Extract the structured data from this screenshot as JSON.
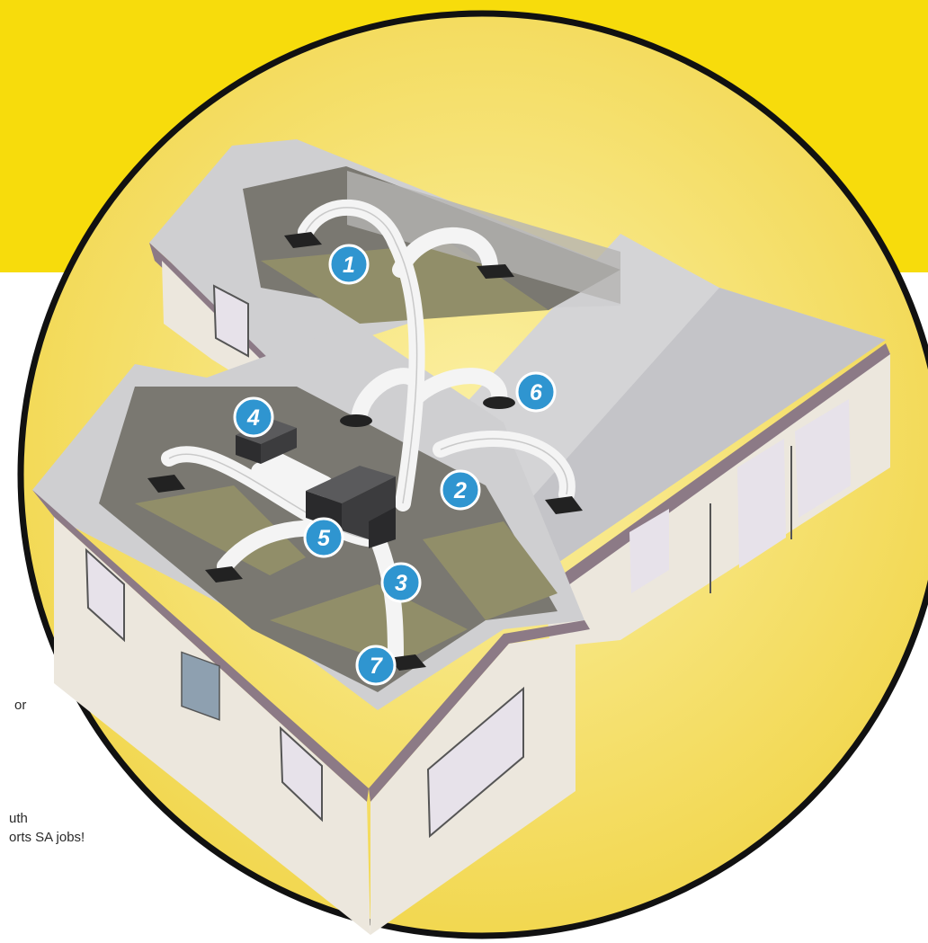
{
  "colors": {
    "banner": "#f7dc0c",
    "circle_fill_center": "#fbf0a4",
    "circle_fill_edge": "#f1d548",
    "callout_fill": "#2f95d0",
    "roof": "#c9c9cb",
    "wall": "#ece7dd",
    "ceiling": "#8c8a82",
    "duct": "#f4f4f4",
    "unit": "#3b3b3d"
  },
  "icons": {
    "unit": "air-handling-unit-icon",
    "outlet": "ceiling-outlet-icon",
    "duct": "flexible-duct-icon"
  },
  "callouts": [
    "1",
    "2",
    "3",
    "4",
    "5",
    "6",
    "7"
  ],
  "side_text": {
    "fragment_1": "or",
    "fragment_2": "uth",
    "fragment_3": "orts SA jobs!"
  }
}
